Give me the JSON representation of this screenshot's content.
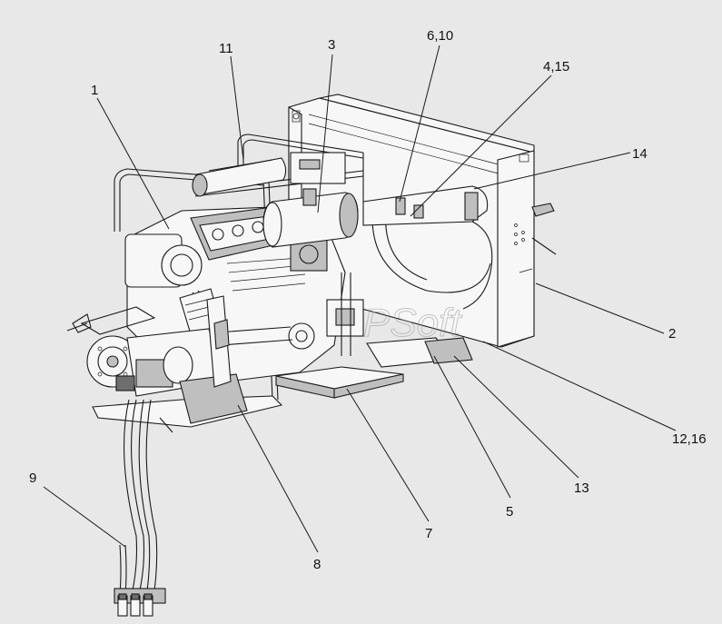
{
  "diagram": {
    "background_color": "#e8e8e8",
    "line_color": "#1a1a1a",
    "callouts": {
      "c1": "1",
      "c2": "2",
      "c3": "3",
      "c4_15": "4,15",
      "c5": "5",
      "c6_10": "6,10",
      "c7": "7",
      "c8": "8",
      "c9": "9",
      "c11": "11",
      "c12_16": "12,16",
      "c13": "13",
      "c14": "14"
    },
    "watermark": "PSoft"
  }
}
